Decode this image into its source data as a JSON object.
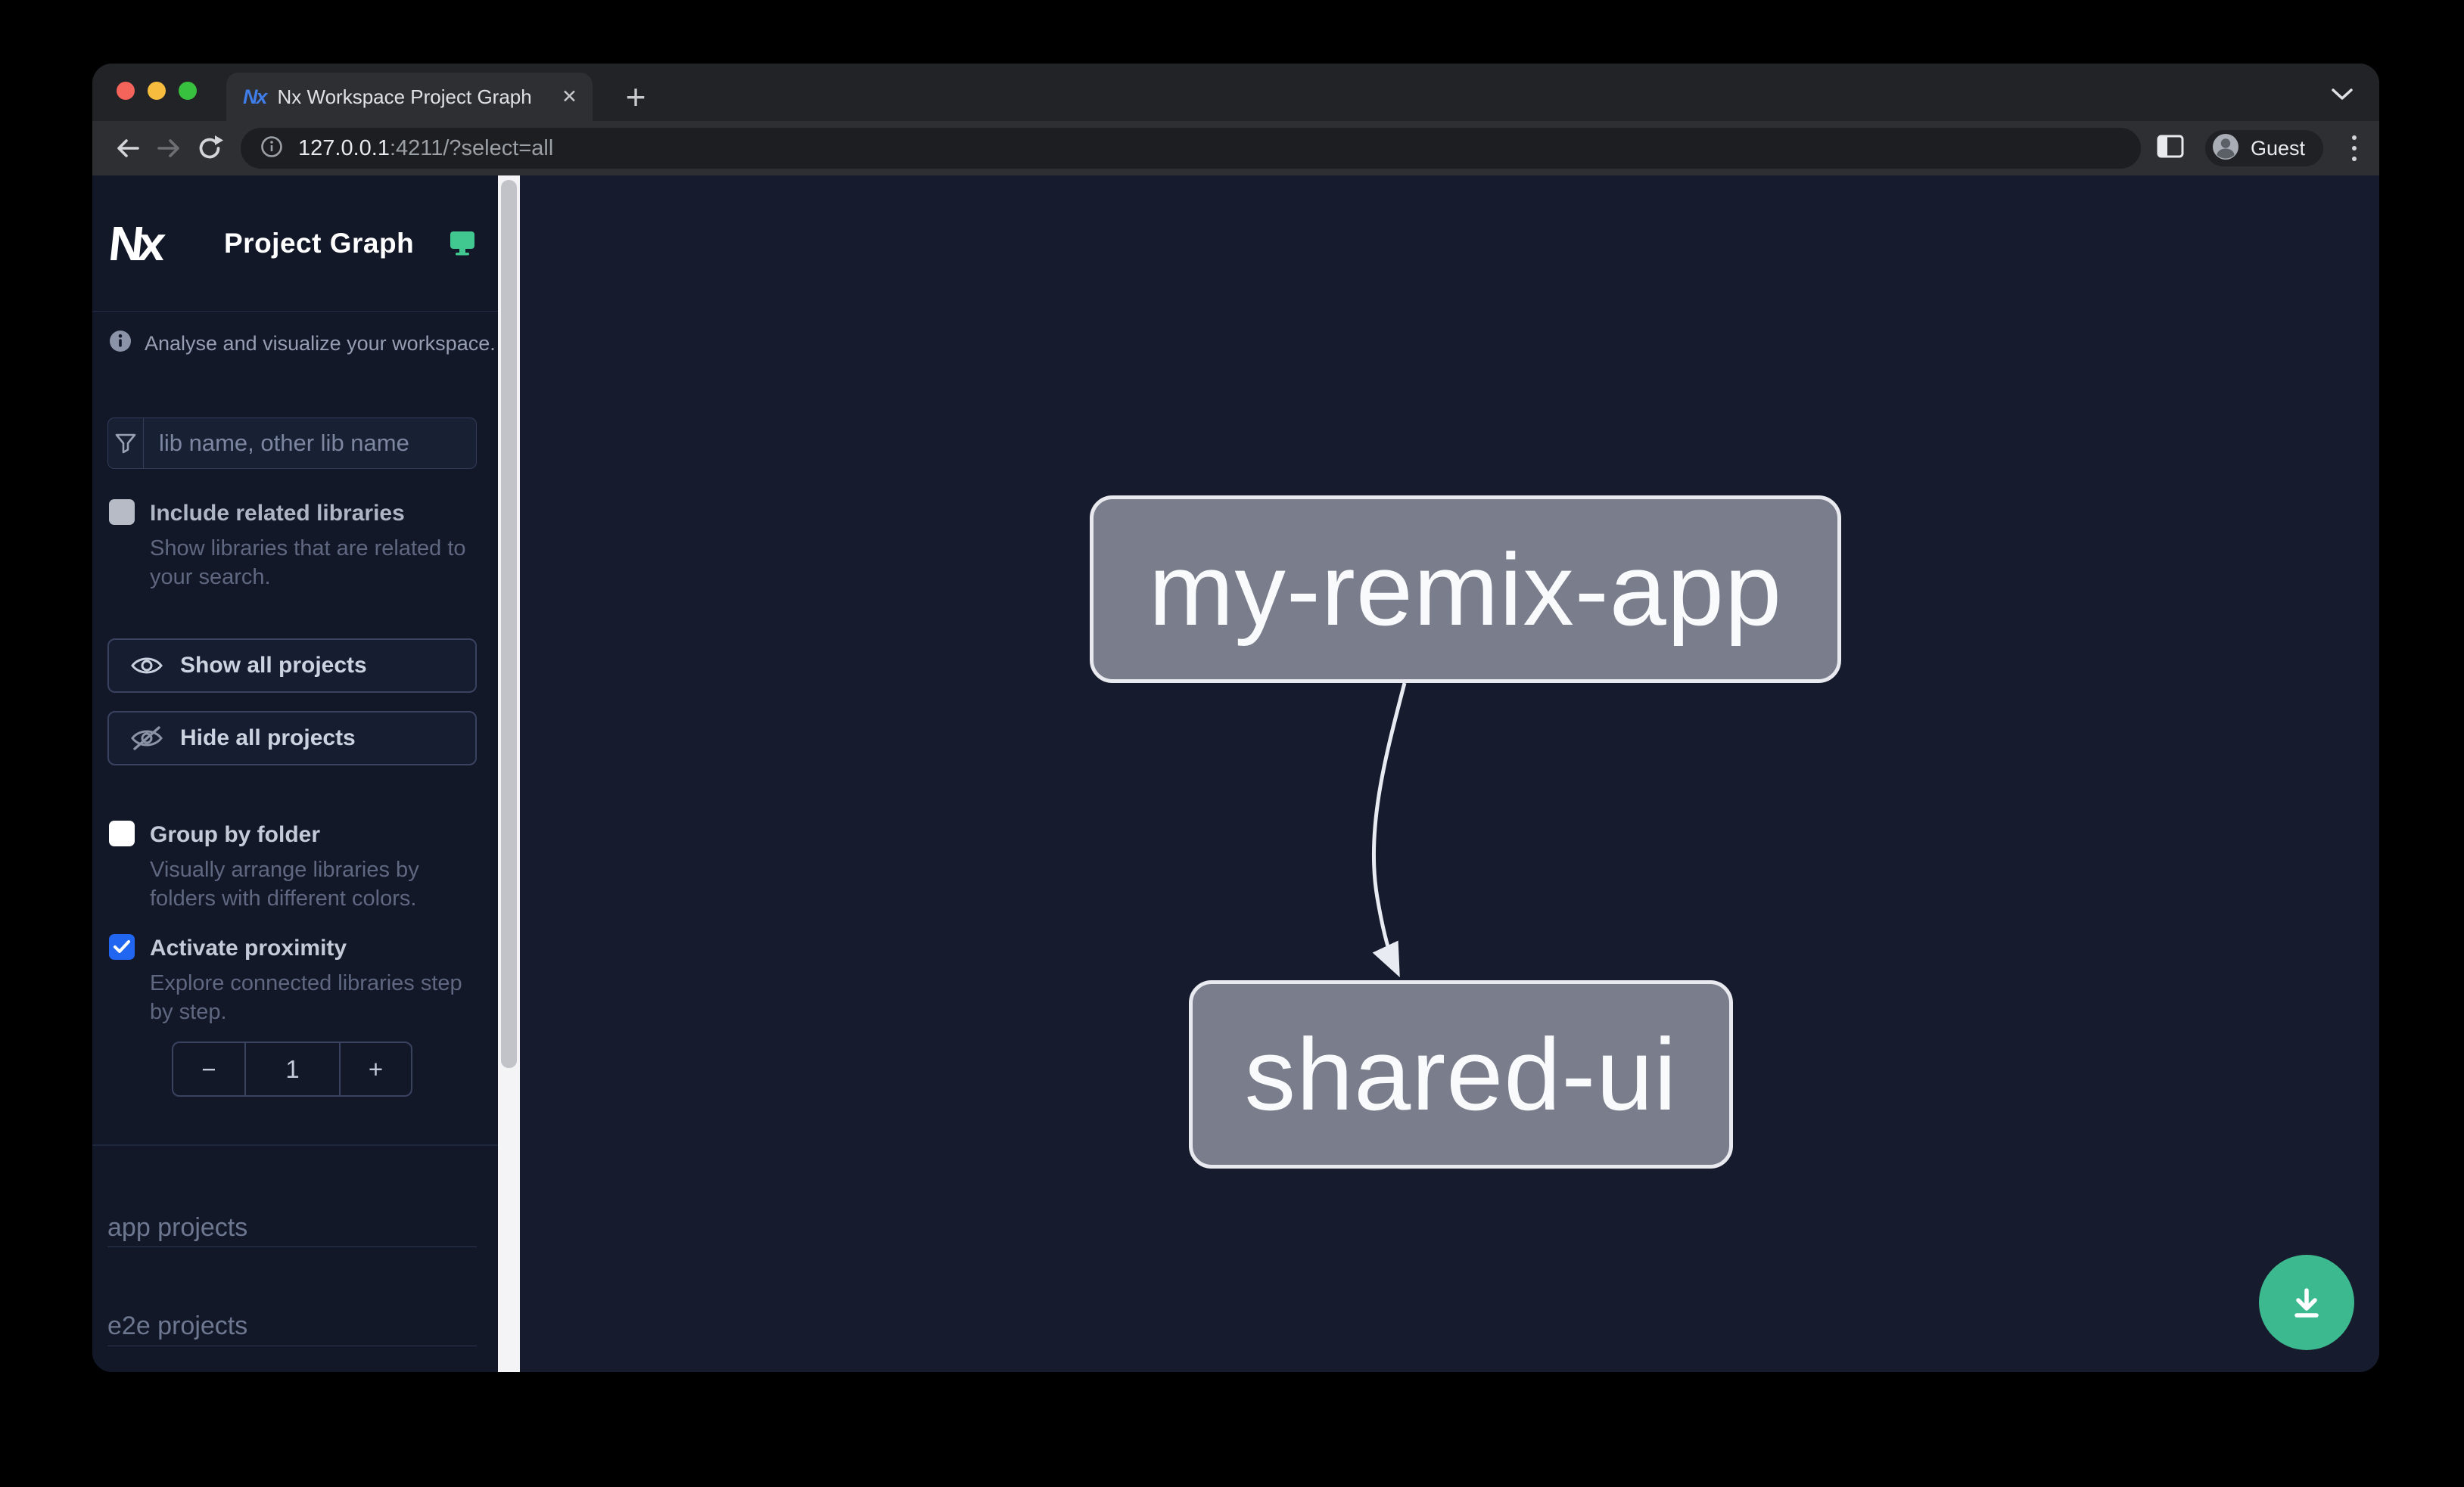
{
  "browser": {
    "tab_title": "Nx Workspace Project Graph",
    "tab_close_glyph": "✕",
    "new_tab_label": "+",
    "favicon_text": "Nx",
    "url_host": "127.0.0.1",
    "url_rest": ":4211/?select=all",
    "profile_label": "Guest"
  },
  "sidebar": {
    "logo_text": "Nx",
    "app_title": "Project Graph",
    "tagline": "Analyse and visualize your workspace.",
    "filter_placeholder": "lib name, other lib name",
    "include_related": {
      "label": "Include related libraries",
      "description": "Show libraries that are related to your search.",
      "checked": false
    },
    "show_all_label": "Show all projects",
    "hide_all_label": "Hide all projects",
    "group_by_folder": {
      "label": "Group by folder",
      "description": "Visually arrange libraries by folders with different colors.",
      "checked": false
    },
    "activate_proximity": {
      "label": "Activate proximity",
      "description": "Explore connected libraries step by step.",
      "checked": true
    },
    "proximity_stepper": {
      "decrement": "−",
      "value": "1",
      "increment": "+"
    },
    "sections": [
      {
        "label": "app projects"
      },
      {
        "label": "e2e projects"
      }
    ]
  },
  "graph": {
    "nodes": [
      {
        "id": "my-remix-app",
        "label": "my-remix-app"
      },
      {
        "id": "shared-ui",
        "label": "shared-ui"
      }
    ],
    "edges": [
      {
        "source": "my-remix-app",
        "target": "shared-ui"
      }
    ]
  },
  "colors": {
    "accent_green": "#41c790",
    "download_button_green": "#3cb98e",
    "checkbox_blue": "#2166f0",
    "node_fill": "#7a7d8b",
    "node_border": "#e9eaf0",
    "edge_stroke": "#e9ebf3",
    "favicon_blue": "#3f7de8",
    "sidebar_bg": "#131829",
    "canvas_bg": "#161b2d",
    "traffic_red": "#f5645a",
    "traffic_yellow": "#f6bc3e",
    "traffic_green": "#38c13e"
  }
}
